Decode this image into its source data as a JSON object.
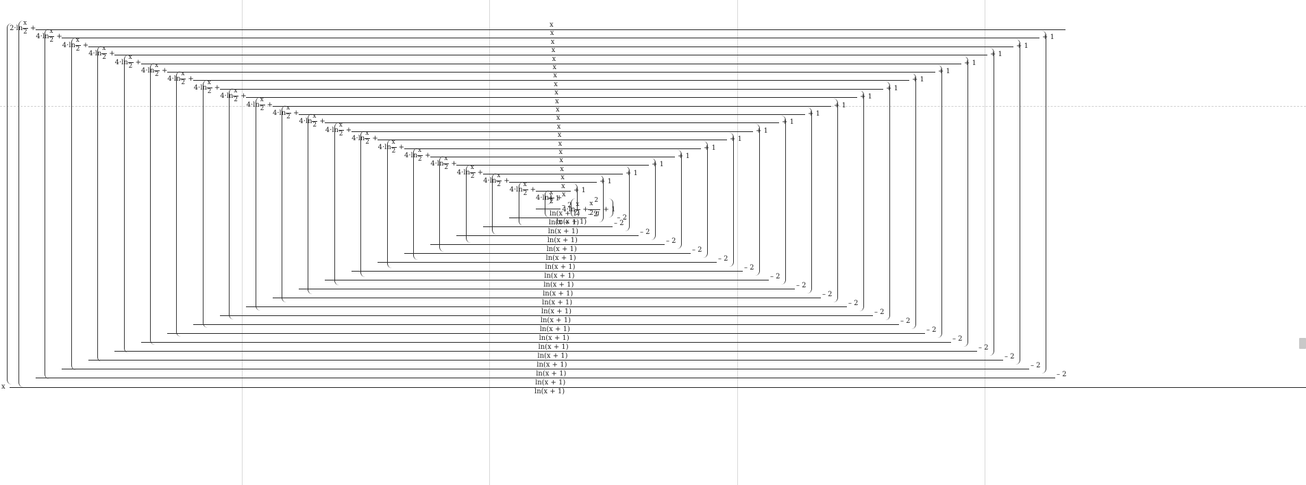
{
  "expression": {
    "depth": 21,
    "x_symbol": "x",
    "two": "2",
    "plus": "+",
    "one": "1",
    "minus_two": "– 2",
    "plus_one": "+ 1",
    "outer_coeff": "2·ln",
    "inner_coeff": "4·ln",
    "denominator": "ln(x + 1)",
    "innermost": {
      "x2": "x",
      "exp": "2",
      "den": "2·g",
      "plus_one": "+ 1"
    }
  }
}
